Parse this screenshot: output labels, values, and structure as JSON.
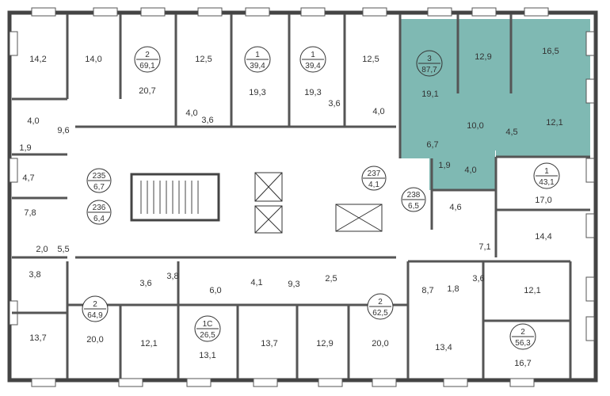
{
  "accent": "#7fb9b3",
  "apartments": [
    {
      "id": "apt-2-69",
      "rooms": "2",
      "area": "69,1"
    },
    {
      "id": "apt-1-39a",
      "rooms": "1",
      "area": "39,4"
    },
    {
      "id": "apt-1-39b",
      "rooms": "1",
      "area": "39,4"
    },
    {
      "id": "apt-3-87",
      "rooms": "3",
      "area": "87,7",
      "highlighted": true
    },
    {
      "id": "apt-1-43",
      "rooms": "1",
      "area": "43,1"
    },
    {
      "id": "apt-2-64",
      "rooms": "2",
      "area": "64,9"
    },
    {
      "id": "apt-1c-26",
      "rooms": "1С",
      "area": "26,5"
    },
    {
      "id": "apt-2-62",
      "rooms": "2",
      "area": "62,5"
    },
    {
      "id": "apt-2-56",
      "rooms": "2",
      "area": "56,3"
    }
  ],
  "storerooms": [
    {
      "id": "235",
      "area": "6,7"
    },
    {
      "id": "236",
      "area": "6,4"
    },
    {
      "id": "237",
      "area": "4,1"
    },
    {
      "id": "238",
      "area": "6,5"
    }
  ],
  "room_areas": {
    "r1": "14,2",
    "r2": "14,0",
    "r3": "20,7",
    "r4": "12,5",
    "r5": "19,3",
    "r6": "19,3",
    "r7": "12,5",
    "r8": "12,9",
    "r9": "16,5",
    "r10": "19,1",
    "r11": "10,0",
    "r12": "12,1",
    "r13": "4,5",
    "r14": "6,7",
    "r15": "1,9",
    "r16": "4,0",
    "r17": "17,0",
    "r18": "14,4",
    "r19": "7,1",
    "r20": "4,6",
    "r21": "4,0",
    "r22": "9,6",
    "r23": "1,9",
    "r24": "4,7",
    "r25": "4,0",
    "r26": "3,6",
    "r27": "3,6",
    "r28": "4,0",
    "r29": "7,8",
    "r30": "5,5",
    "r31": "2,0",
    "r32": "3,8",
    "r33": "13,7",
    "r34": "20,0",
    "r35": "12,1",
    "r36": "3,6",
    "r37": "3,8",
    "r38": "6,0",
    "r39": "13,1",
    "r40": "4,1",
    "r41": "9,3",
    "r42": "2,5",
    "r43": "13,7",
    "r44": "12,9",
    "r45": "20,0",
    "r46": "8,7",
    "r47": "1,8",
    "r48": "3,6",
    "r49": "13,4",
    "r50": "12,1",
    "r51": "16,7"
  }
}
